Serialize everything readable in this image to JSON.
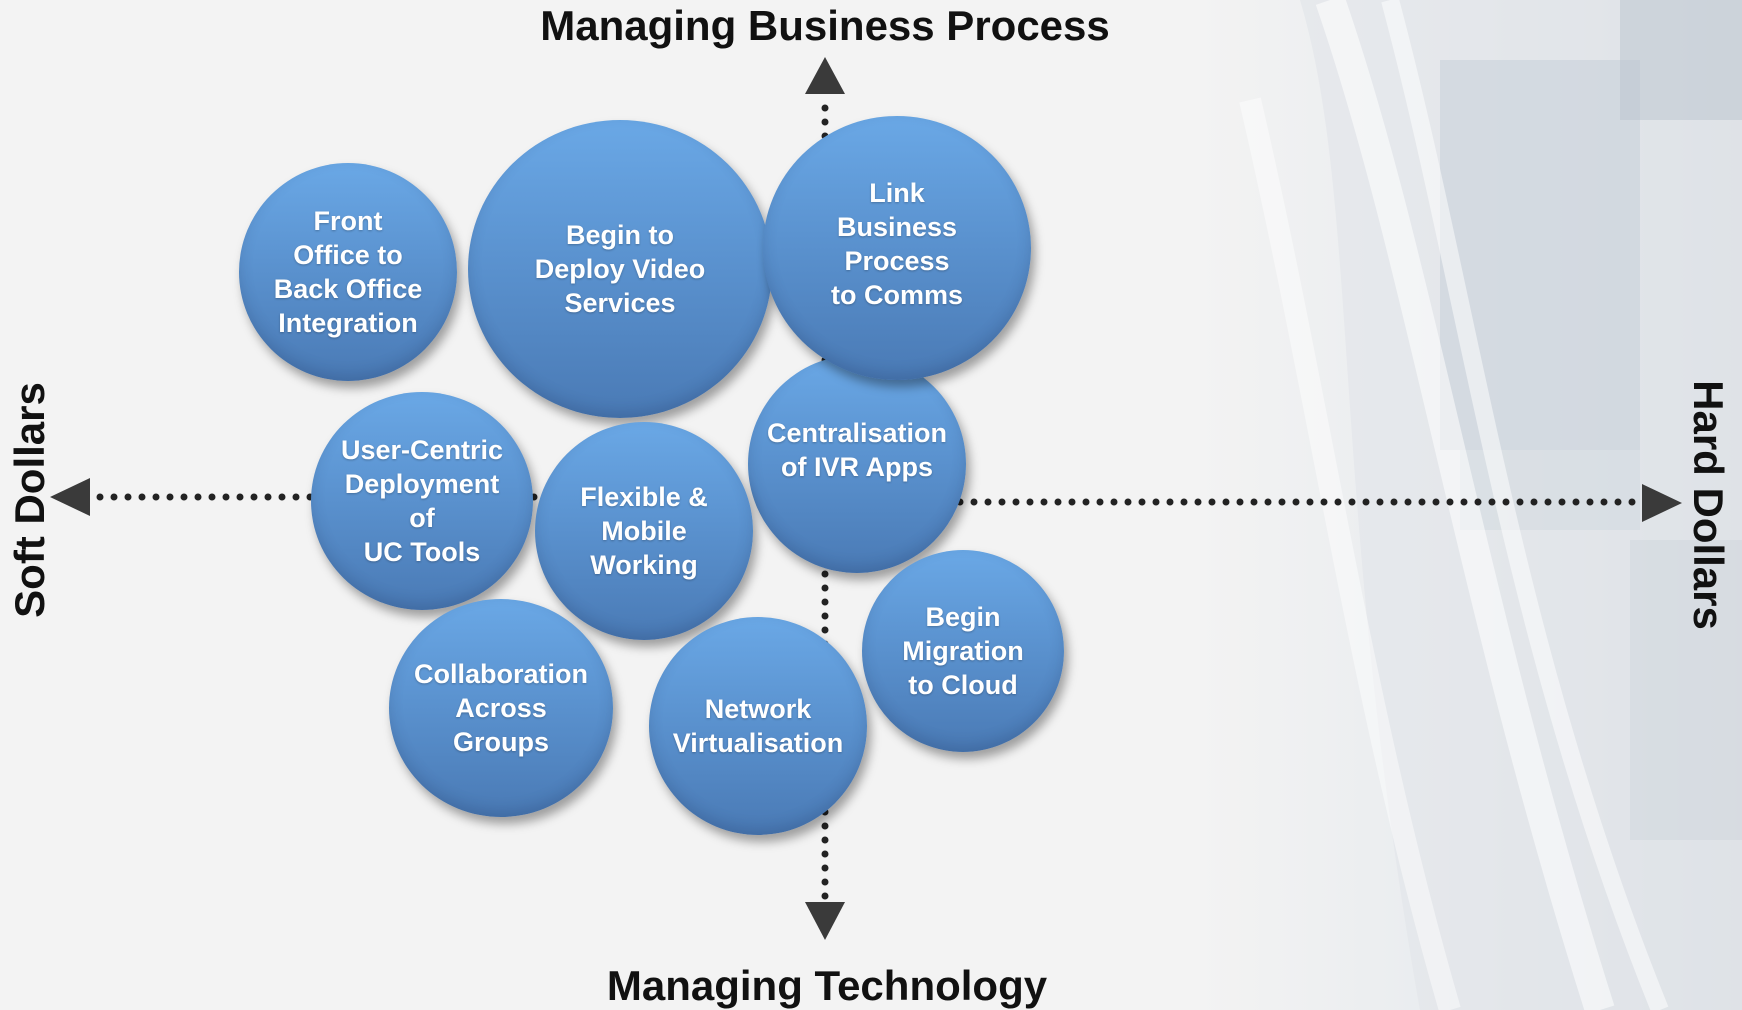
{
  "axes": {
    "top": "Managing Business Process",
    "bottom": "Managing Technology",
    "left": "Soft Dollars",
    "right": "Hard Dollars"
  },
  "bubbles": [
    {
      "label": "Front\nOffice to\nBack Office\nIntegration"
    },
    {
      "label": "Begin to\nDeploy Video\nServices"
    },
    {
      "label": "Link\nBusiness\nProcess\nto Comms"
    },
    {
      "label": "User-Centric\nDeployment\nof\nUC Tools"
    },
    {
      "label": "Flexible &\nMobile\nWorking"
    },
    {
      "label": "Centralisation\nof IVR Apps"
    },
    {
      "label": "Collaboration\nAcross\nGroups"
    },
    {
      "label": "Network\nVirtualisation"
    },
    {
      "label": "Begin\nMigration\nto Cloud"
    }
  ],
  "colors": {
    "bubble_top": "#6aa8e6",
    "bubble_bottom": "#4a7ab5",
    "axis_dots": "#222222",
    "arrow_head": "#3a3a3a",
    "background": "#f3f3f3"
  }
}
